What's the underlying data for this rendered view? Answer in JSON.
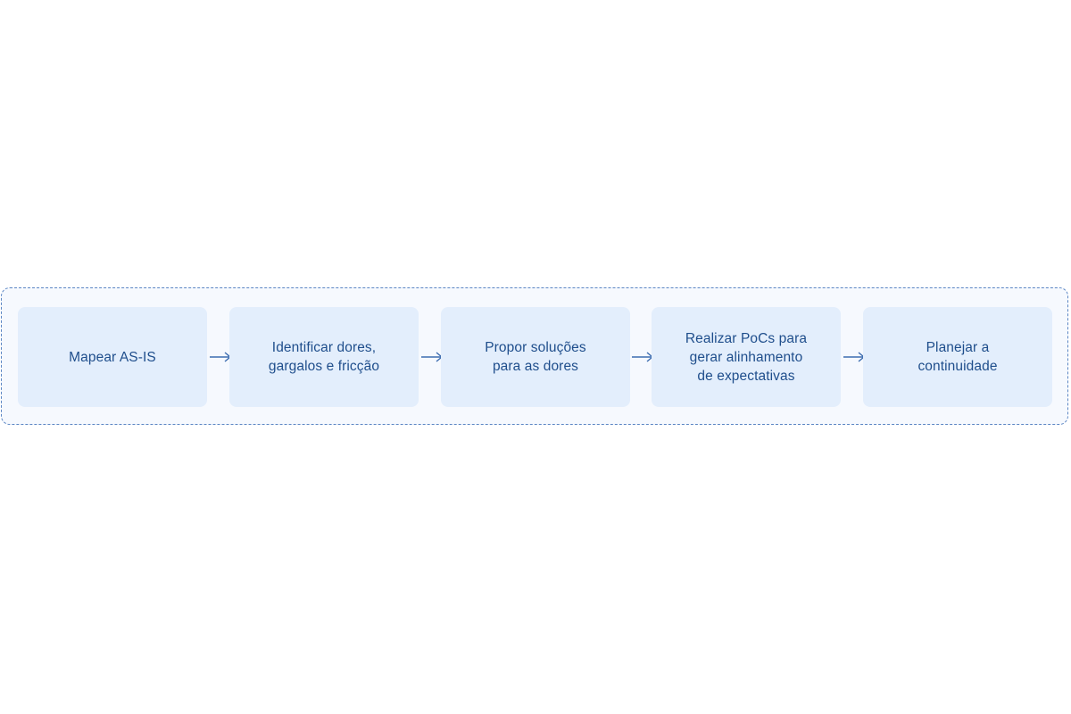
{
  "diagram": {
    "steps": [
      {
        "label": "Mapear AS-IS"
      },
      {
        "label": "Identificar dores,\ngargalos e fricção"
      },
      {
        "label": "Propor soluções\npara as dores"
      },
      {
        "label": "Realizar PoCs para\ngerar alinhamento\nde expectativas"
      },
      {
        "label": "Planejar a\ncontinuidade"
      }
    ],
    "arrow_icon": "arrow-right-icon",
    "colors": {
      "frame_border": "#5b86c4",
      "frame_fill": "#f6f9fe",
      "step_fill": "#e3eefc",
      "text": "#1f4e8c",
      "arrow": "#3d6db0"
    }
  }
}
